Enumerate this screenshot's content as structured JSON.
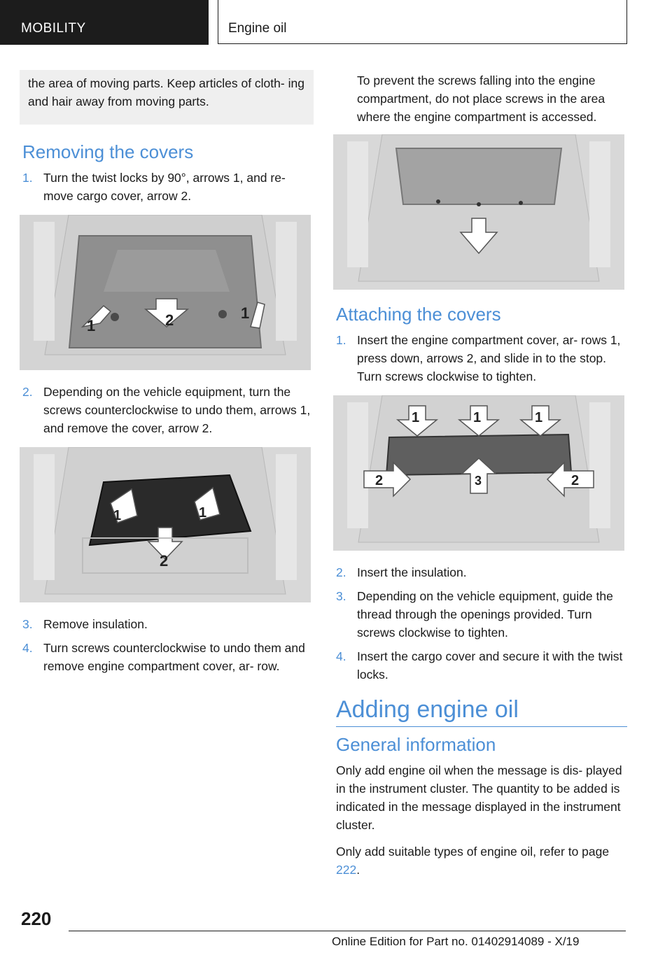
{
  "header": {
    "section": "MOBILITY",
    "topic": "Engine oil"
  },
  "left": {
    "note": "the area of moving parts. Keep articles of cloth- ing and hair away from moving parts.",
    "removing_heading": "Removing the covers",
    "steps_a": [
      {
        "num": "1.",
        "text": "Turn the twist locks by 90°, arrows 1, and re- move cargo cover, arrow 2."
      }
    ],
    "steps_b": [
      {
        "num": "2.",
        "text": "Depending on the vehicle equipment, turn the screws counterclockwise to undo them, arrows 1, and remove the cover, arrow 2."
      }
    ],
    "steps_c": [
      {
        "num": "3.",
        "text": "Remove insulation."
      },
      {
        "num": "4.",
        "text": "Turn screws counterclockwise to undo them and remove engine compartment cover, ar- row."
      }
    ],
    "fig1_labels": [
      "1",
      "2",
      "1"
    ],
    "fig2_labels": [
      "1",
      "1",
      "2"
    ]
  },
  "right": {
    "intro": "To prevent the screws falling into the engine compartment, do not place screws in the area where the engine compartment is accessed.",
    "attaching_heading": "Attaching the covers",
    "steps_a": [
      {
        "num": "1.",
        "text": "Insert the engine compartment cover, ar- rows 1, press down, arrows 2, and slide in to the stop. Turn screws clockwise to tighten."
      }
    ],
    "steps_b": [
      {
        "num": "2.",
        "text": "Insert the insulation."
      },
      {
        "num": "3.",
        "text": "Depending on the vehicle equipment, guide the thread through the openings provided. Turn screws clockwise to tighten."
      },
      {
        "num": "4.",
        "text": "Insert the cargo cover and secure it with the twist locks."
      }
    ],
    "adding_heading": "Adding engine oil",
    "general_heading": "General information",
    "general_p1": "Only add engine oil when the message is dis- played in the instrument cluster. The quantity to be added is indicated in the message displayed in the instrument cluster.",
    "general_p2_pre": "Only add suitable types of engine oil, refer to page ",
    "general_p2_link": "222",
    "general_p2_post": ".",
    "fig4_labels": [
      "1",
      "1",
      "1",
      "2",
      "3",
      "2"
    ]
  },
  "footer": {
    "page": "220",
    "edition": "Online Edition for Part no. 01402914089 - X/19"
  }
}
